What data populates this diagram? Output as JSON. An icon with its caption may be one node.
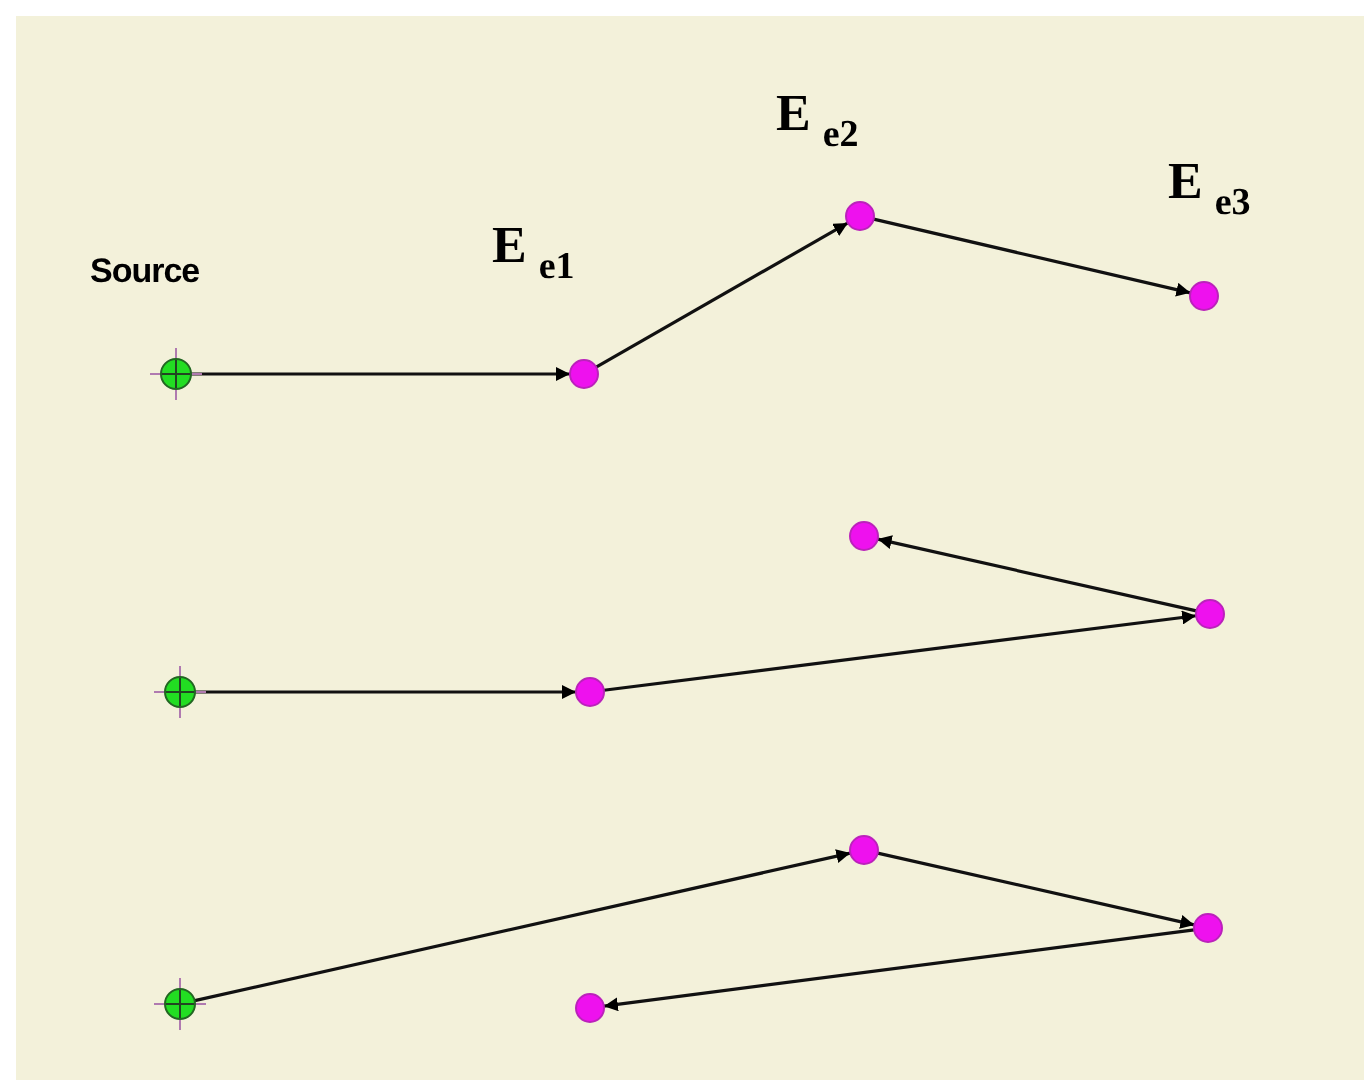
{
  "diagram": {
    "nodes": [
      {
        "text": [],
        "shape": "circle",
        "beside": [
          "Source"
        ]
      },
      {
        "text": [],
        "shape": "circle",
        "beside": [
          "E$_{e1}$"
        ]
      },
      {
        "text": [],
        "shape": "circle",
        "beside": [
          "E$_{e2}$"
        ]
      },
      {
        "text": [],
        "shape": "circle",
        "beside": [
          "E$_{e3}$"
        ]
      },
      {
        "text": [],
        "shape": "circle"
      },
      {
        "text": [],
        "shape": "circle"
      },
      {
        "text": [],
        "shape": "circle"
      },
      {
        "text": [],
        "shape": "circle"
      },
      {
        "text": [],
        "shape": "circle"
      },
      {
        "text": [],
        "shape": "circle"
      },
      {
        "text": [],
        "shape": "circle"
      },
      {
        "text": [],
        "shape": "circle"
      }
    ],
    "edges": [
      {
        "from": 0,
        "to": 1,
        "arrow": "to"
      },
      {
        "from": 1,
        "to": 2,
        "arrow": "to"
      },
      {
        "from": 2,
        "to": 3,
        "arrow": "to"
      },
      {
        "from": 4,
        "to": 5,
        "arrow": "to"
      },
      {
        "from": 5,
        "to": 7,
        "arrow": "to"
      },
      {
        "from": 7,
        "to": 6,
        "arrow": "to"
      },
      {
        "from": 8,
        "to": 10,
        "arrow": "to"
      },
      {
        "from": 10,
        "to": 11,
        "arrow": "to"
      },
      {
        "from": 11,
        "to": 9,
        "arrow": "to"
      }
    ]
  }
}
